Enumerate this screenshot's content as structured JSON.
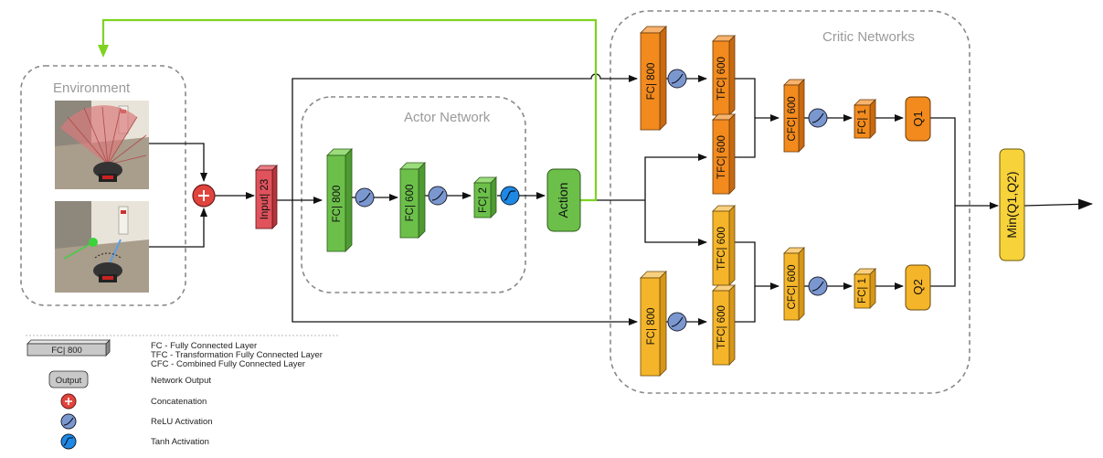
{
  "groups": {
    "environment": "Environment",
    "actor": "Actor Network",
    "critic": "Critic Networks"
  },
  "layers": {
    "input": "Input| 23",
    "actor_fc1": "FC| 800",
    "actor_fc2": "FC| 600",
    "actor_fc3": "FC| 2",
    "critic1_fc": "FC| 800",
    "critic1_tfc_a": "TFC| 600",
    "critic1_tfc_b": "TFC| 600",
    "critic1_cfc": "CFC| 600",
    "critic1_fc_out": "FC| 1",
    "critic2_fc": "FC| 800",
    "critic2_tfc_a": "TFC| 600",
    "critic2_tfc_b": "TFC| 600",
    "critic2_cfc": "CFC| 600",
    "critic2_fc_out": "FC| 1"
  },
  "outputs": {
    "action": "Action",
    "q1": "Q1",
    "q2": "Q2",
    "min": "Min(Q1,Q2)"
  },
  "legend": {
    "layer_sample": "FC| 800",
    "output_sample": "Output",
    "fc_desc": "FC - Fully Connected Layer",
    "tfc_desc": "TFC - Transformation Fully Connected Layer",
    "cfc_desc": "CFC - Combined Fully Connected Layer",
    "output_desc": "Network Output",
    "concat_desc": "Concatenation",
    "relu_desc": "ReLU Activation",
    "tanh_desc": "Tanh Activation"
  },
  "icons": {
    "concat": "plus-circle-icon",
    "relu": "relu-activation-icon",
    "tanh": "tanh-activation-icon"
  },
  "colors": {
    "input": "#e0535c",
    "actor": "#6cc04a",
    "critic1": "#f28a1e",
    "critic2": "#f5b52a",
    "min": "#f7d23a",
    "relu": "#7a98cf",
    "tanh": "#1e88e5",
    "feedback": "#7ed321"
  }
}
